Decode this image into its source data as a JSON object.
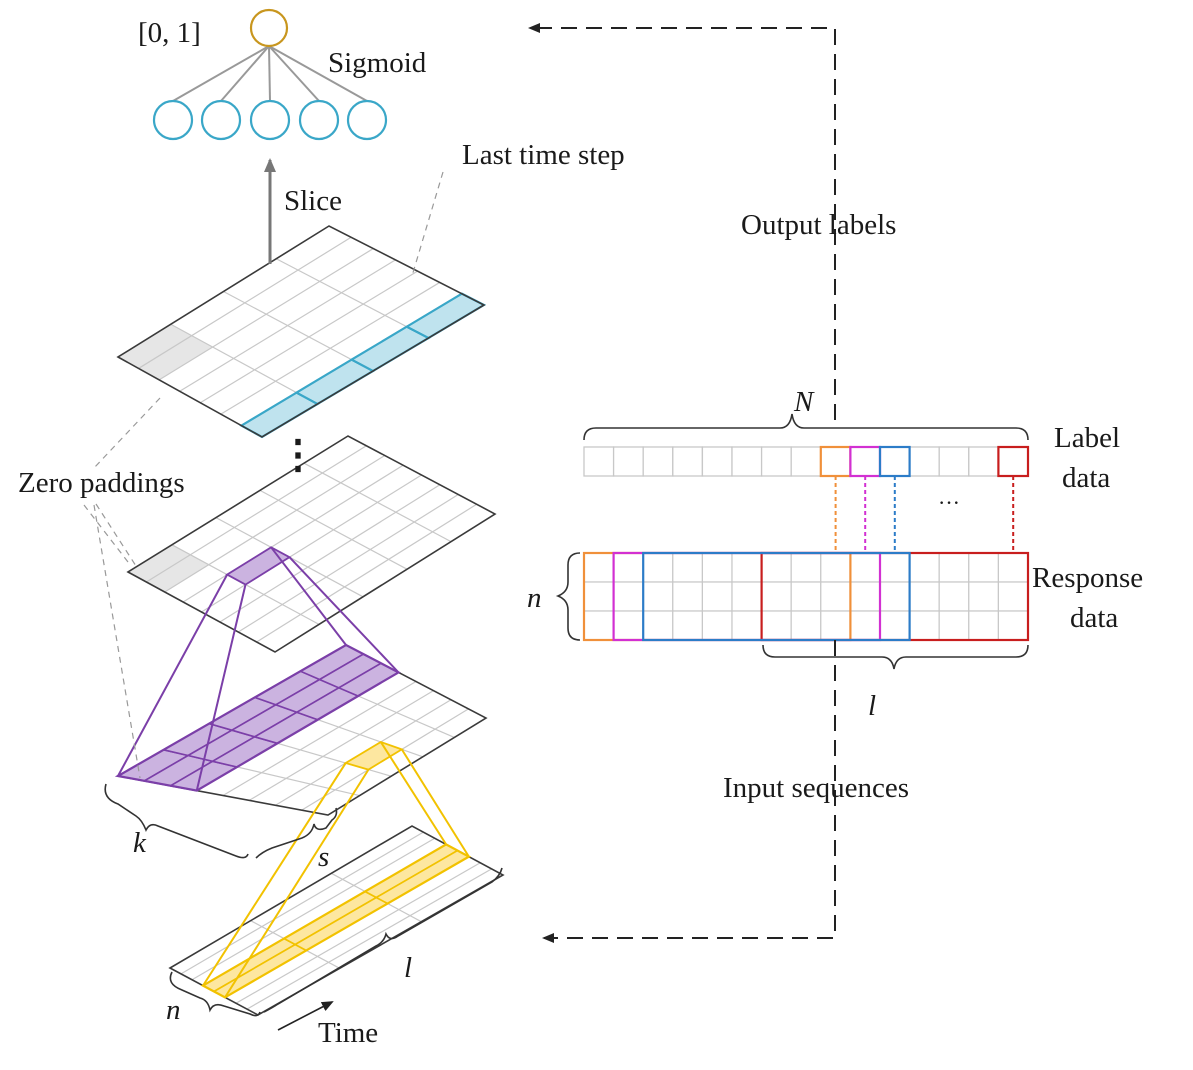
{
  "diagram": {
    "output_range_label": "[0, 1]",
    "sigmoid_label": "Sigmoid",
    "last_time_step_label": "Last time step",
    "slice_label": "Slice",
    "zero_paddings_label": "Zero paddings",
    "output_labels_label": "Output labels",
    "input_sequences_label": "Input sequences",
    "label_data_line1": "Label",
    "label_data_line2": "data",
    "response_data_line1": "Response",
    "response_data_line2": "data",
    "N_symbol": "N",
    "n_symbol_right": "n",
    "l_symbol_right": "l",
    "k_symbol": "k",
    "s_symbol": "s",
    "n_symbol_left": "n",
    "l_symbol_left": "l",
    "time_label": "Time",
    "ellipsis": "···",
    "vertical_dots": "⋮"
  },
  "colors": {
    "grid": "#c8c8c8",
    "outline": "#3a3a3a",
    "sigmoid_node": "#c8961e",
    "hidden_node": "#3aa7c8",
    "last_step_fill": "#bfe3ee",
    "last_step_stroke": "#3aa7c8",
    "padding_fill": "#e6e6e6",
    "kernel_purple": "#7b3fa8",
    "kernel_purple_fill": "#cbb3e0",
    "kernel_yellow": "#f2c200",
    "kernel_yellow_fill": "#fde7a0",
    "seq_orange": "#f0903a",
    "seq_magenta": "#d230d2",
    "seq_blue": "#2c7cc8",
    "seq_red": "#c81e1e",
    "arrow": "#222222"
  }
}
